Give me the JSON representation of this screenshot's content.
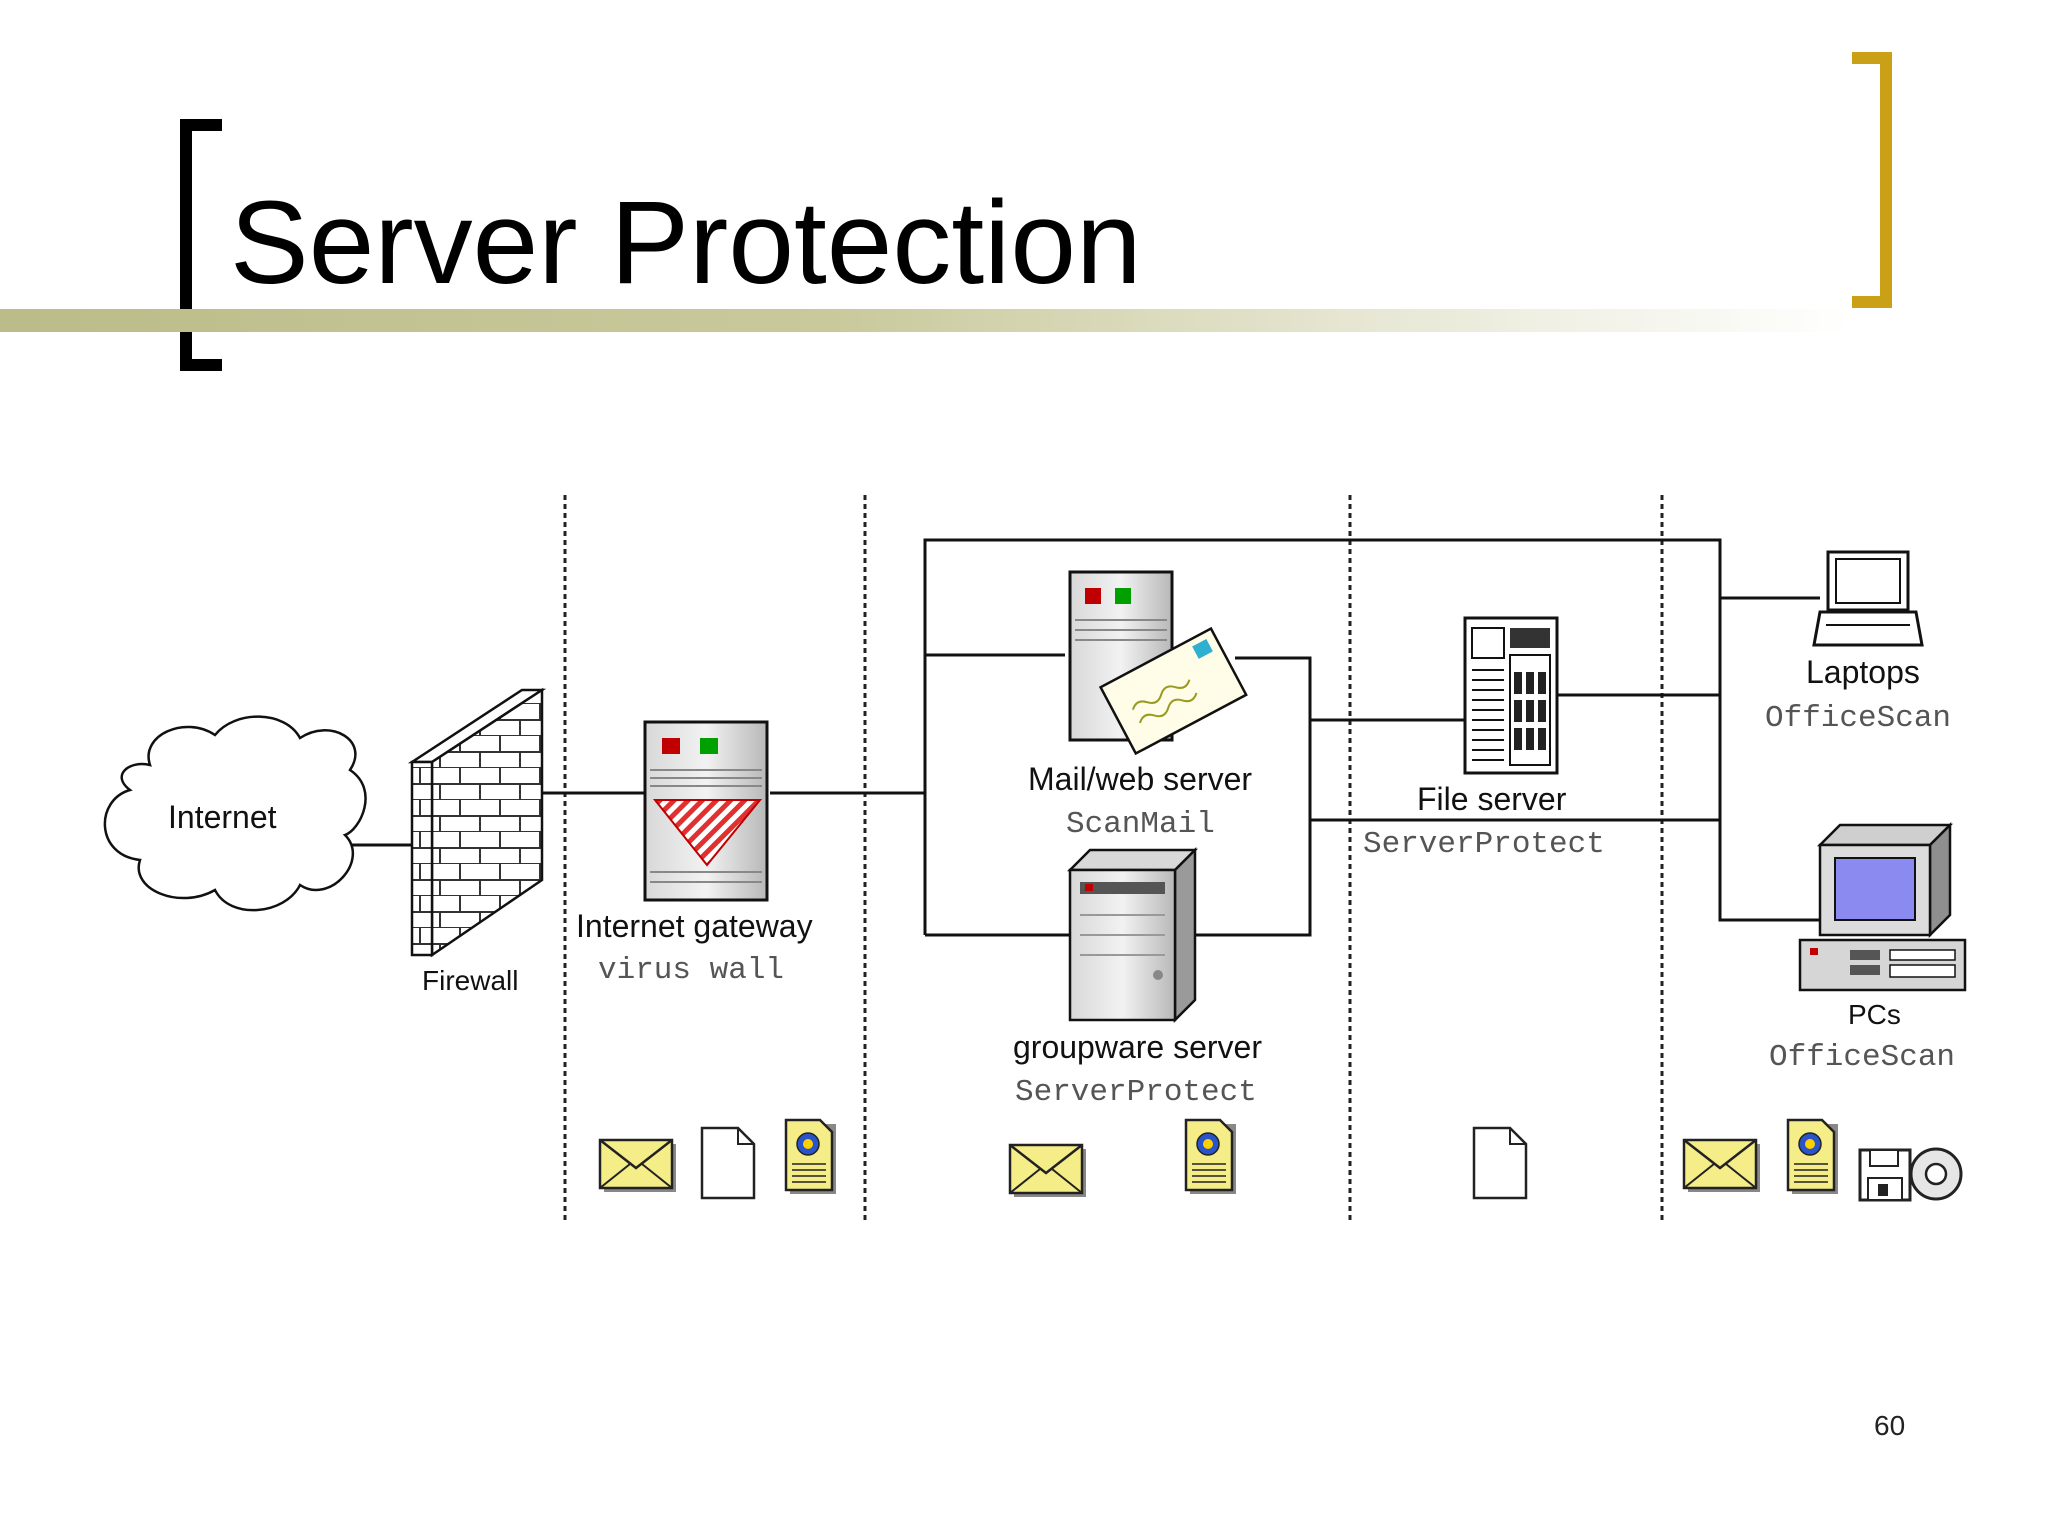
{
  "slide": {
    "title": "Server Protection",
    "page_number": "60"
  },
  "diagram": {
    "internet": "Internet",
    "firewall": "Firewall",
    "gateway": {
      "name": "Internet gateway",
      "product": "virus wall"
    },
    "mail": {
      "name": "Mail/web server",
      "product": "ScanMail"
    },
    "groupware": {
      "name": "groupware server",
      "product": "ServerProtect"
    },
    "file": {
      "name": "File server",
      "product": "ServerProtect"
    },
    "laptops": {
      "name": "Laptops",
      "product": "OfficeScan"
    },
    "pcs": {
      "name": "PCs",
      "product": "OfficeScan"
    }
  },
  "colors": {
    "title_bracket_left": "#000000",
    "title_bracket_right": "#c9a016",
    "title_bar": "#bcbc8a"
  },
  "icons": [
    "cloud-icon",
    "firewall-icon",
    "server-icon",
    "mail-icon",
    "document-icon",
    "web-document-icon",
    "floppy-icon",
    "cd-icon",
    "laptop-icon",
    "pc-icon"
  ]
}
